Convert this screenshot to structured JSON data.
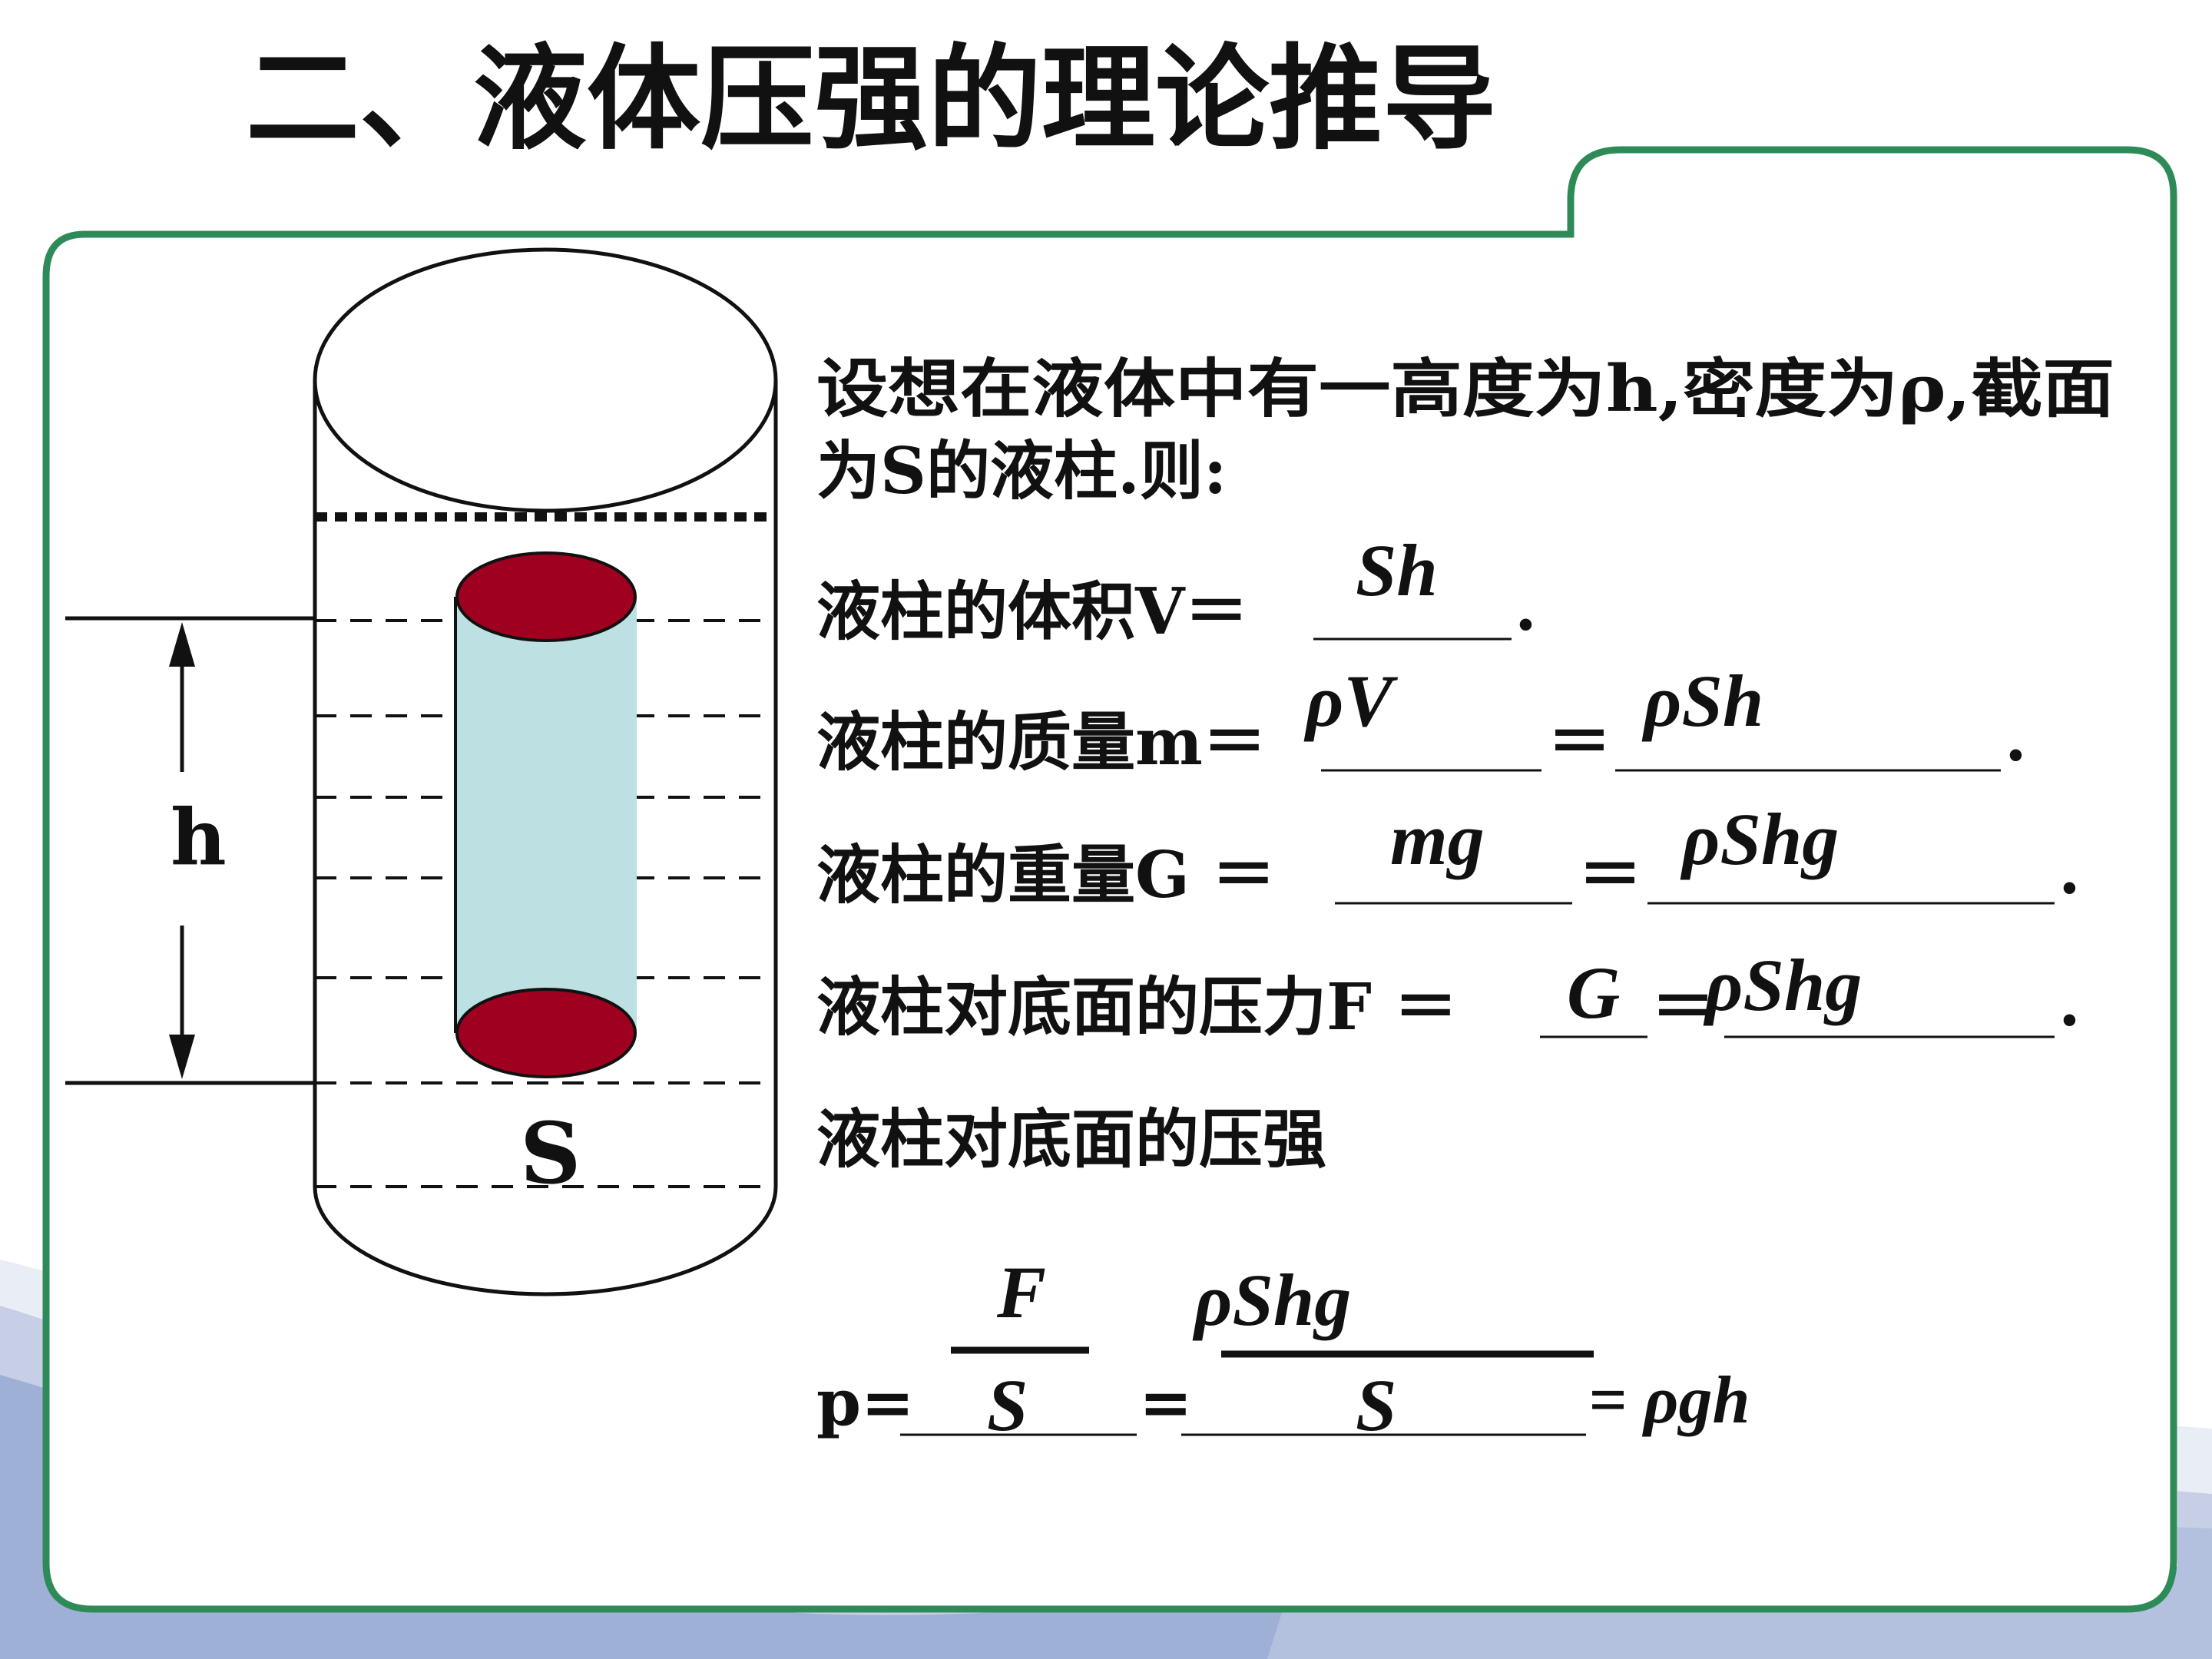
{
  "title": "二、液体压强的理论推导",
  "colors": {
    "frame_border": "#2e8b57",
    "cap_fill": "#a0001f",
    "column_fill": "#bde0e3",
    "wave_light": "#e9edf6",
    "wave_mid": "#c6cfe6",
    "wave_dark": "#9fb0d6"
  },
  "diagram": {
    "height_label": "h",
    "area_label": "S"
  },
  "text": {
    "intro_line1": "设想在液体中有一高度为h,密度为ρ,截面",
    "intro_line2": "为S的液柱.则:",
    "volume_label": "液柱的体积V＝",
    "volume_answer": "Sh",
    "mass_label": "液柱的质量m＝",
    "mass_answer1": "ρV",
    "mass_answer2": "ρSh",
    "weight_label": "液柱的重量G ＝",
    "weight_answer1": "mg",
    "weight_answer2": "ρShg",
    "force_label": "液柱对底面的压力F ＝",
    "force_answer1": "G",
    "force_answer2": "ρShg",
    "pressure_label": "液柱对底面的压强",
    "p_label": "p=",
    "frac1_num": "F",
    "frac1_den": "S",
    "frac2_num": "ρShg",
    "frac2_den": "S",
    "equals": "＝",
    "equals_small": "=",
    "period": ".",
    "result": "= ρgh"
  }
}
